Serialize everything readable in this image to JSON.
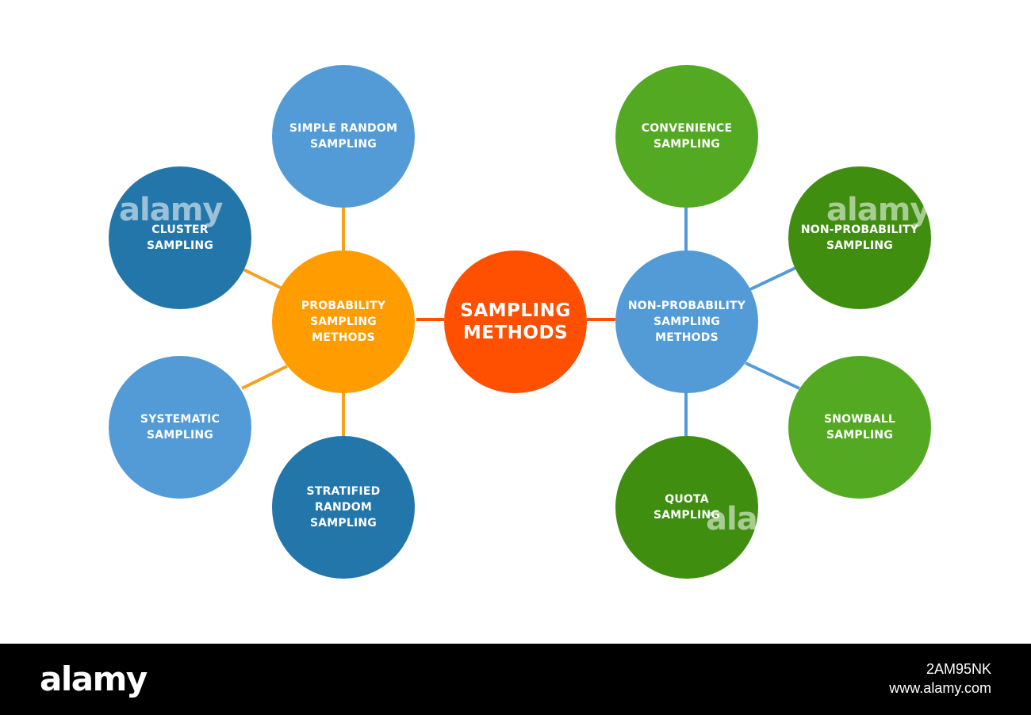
{
  "diagram": {
    "center": "SAMPLING\nMETHODS",
    "probability": {
      "hub": "PROBABILITY\nSAMPLING\nMETHODS",
      "simple_random": "SIMPLE RANDOM\nSAMPLING",
      "cluster": "CLUSTER\nSAMPLING",
      "systematic": "SYSTEMATIC\nSAMPLING",
      "stratified": "STRATIFIED\nRANDOM\nSAMPLING"
    },
    "non_probability": {
      "hub": "NON-PROBABILITY\nSAMPLING\nMETHODS",
      "convenience": "CONVENIENCE\nSAMPLING",
      "non_probability": "NON-PROBABILITY\nSAMPLING",
      "snowball": "SNOWBALL\nSAMPLING",
      "quota": "QUOTA\nSAMPLING"
    }
  },
  "colors": {
    "center": "#fe5000",
    "probability_hub": "#fe9c00",
    "light_blue": "#529bd7",
    "dark_blue": "#2376aa",
    "light_green": "#53a921",
    "dark_green": "#3f8e10",
    "connector_orange": "#f6a020",
    "connector_red": "#fe5000",
    "connector_blue": "#529bd7"
  },
  "watermark": {
    "logo": "alamy",
    "image_id": "2AM95NK",
    "site": "www.alamy.com"
  }
}
